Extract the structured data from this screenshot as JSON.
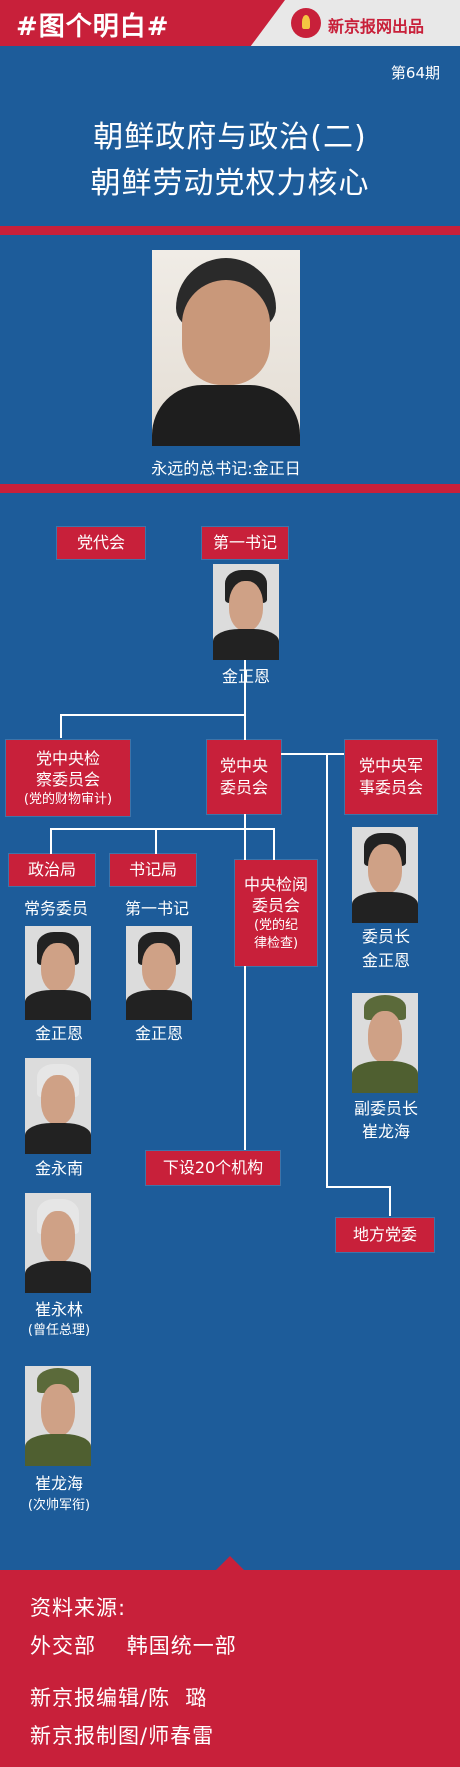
{
  "header": {
    "tag": "#图个明白#",
    "brand": "新京报网出品",
    "issue": "第64期"
  },
  "title": {
    "line1": "朝鲜政府与政治(二)",
    "line2": "朝鲜劳动党权力核心"
  },
  "top": {
    "caption": "永远的总书记:金正日"
  },
  "org": {
    "congress": "党代会",
    "first_secretary_label": "第一书记",
    "first_secretary_name": "金正恩",
    "audit_commission": [
      "党中央检",
      "察委员会",
      "(党的财物审计)"
    ],
    "central_committee": [
      "党中央",
      "委员会"
    ],
    "military_commission": [
      "党中央军",
      "事委员会"
    ],
    "politburo": "政治局",
    "secretariat": "书记局",
    "inspection_commission": [
      "中央检阅",
      "委员会",
      "(党的纪",
      "律检查)"
    ],
    "standing_member_label": "常务委员",
    "secretariat_first_label": "第一书记",
    "politburo_members": [
      {
        "name": "金正恩",
        "note": ""
      },
      {
        "name": "金永南",
        "note": ""
      },
      {
        "name": "崔永林",
        "note": "(曾任总理)"
      },
      {
        "name": "崔龙海",
        "note": "(次帅军衔)"
      }
    ],
    "secretariat_member": "金正恩",
    "mil_chair_title": "委员长",
    "mil_chair_name": "金正恩",
    "mil_vice_title": "副委员长",
    "mil_vice_name": "崔龙海",
    "sub_orgs": "下设20个机构",
    "local": "地方党委"
  },
  "footer": {
    "source_label": "资料来源:",
    "sources": "外交部    韩国统一部",
    "editor": "新京报编辑/陈  璐",
    "designer": "新京报制图/师春雷"
  },
  "colors": {
    "background": "#1d5c9a",
    "accent": "#c8203a"
  }
}
